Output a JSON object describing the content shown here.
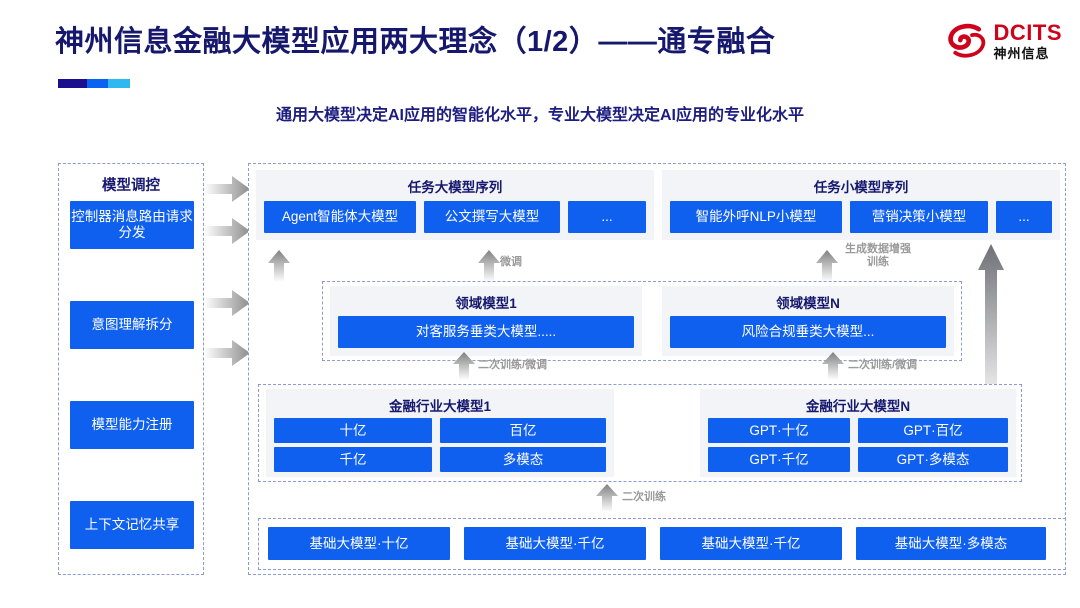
{
  "header": {
    "title": "神州信息金融大模型应用两大理念（1/2）——通专融合",
    "subtitle": "通用大模型决定AI应用的智能化水平，专业大模型决定AI应用的专业化水平",
    "logo_en": "DCITS",
    "logo_cn": "神州信息",
    "accent_colors": [
      "#1a0f8c",
      "#0a63f0",
      "#2fb8ef"
    ],
    "title_color": "#16186e",
    "subtitle_color": "#1d1d80"
  },
  "theme": {
    "box_blue": "#1060f0",
    "panel_grey": "#f2f4f7",
    "dash_border": "#8b9bd4",
    "arrow_grey": "#9a9a9a"
  },
  "sidebar": {
    "title": "模型调控",
    "items": [
      {
        "label": "控制器消息路由请求分发"
      },
      {
        "label": "意图理解拆分"
      },
      {
        "label": "模型能力注册"
      },
      {
        "label": "上下文记忆共享"
      }
    ]
  },
  "task_large": {
    "title": "任务大模型序列",
    "items": [
      "Agent智能体大模型",
      "公文撰写大模型",
      "..."
    ]
  },
  "task_small": {
    "title": "任务小模型序列",
    "items": [
      "智能外呼NLP小模型",
      "营销决策小模型",
      "..."
    ]
  },
  "domain_models": [
    {
      "title": "领域模型1",
      "item": "对客服务垂类大模型....."
    },
    {
      "title": "领域模型N",
      "item": "风险合规垂类大模型..."
    }
  ],
  "industry_models": [
    {
      "title": "金融行业大模型1",
      "items": [
        "十亿",
        "百亿",
        "千亿",
        "多模态"
      ]
    },
    {
      "title": "金融行业大模型N",
      "items": [
        "GPT·十亿",
        "GPT·百亿",
        "GPT·千亿",
        "GPT·多模态"
      ]
    }
  ],
  "base_models": {
    "items": [
      "基础大模型·十亿",
      "基础大模型·千亿",
      "基础大模型·千亿",
      "基础大模型·多模态"
    ]
  },
  "arrow_labels": {
    "finetune": "微调",
    "data_aug": "生成数据增强\n训练",
    "retrain_finetune_left": "二次训练/微调",
    "retrain_finetune_right": "二次训练/微调",
    "retrain": "二次训练"
  }
}
